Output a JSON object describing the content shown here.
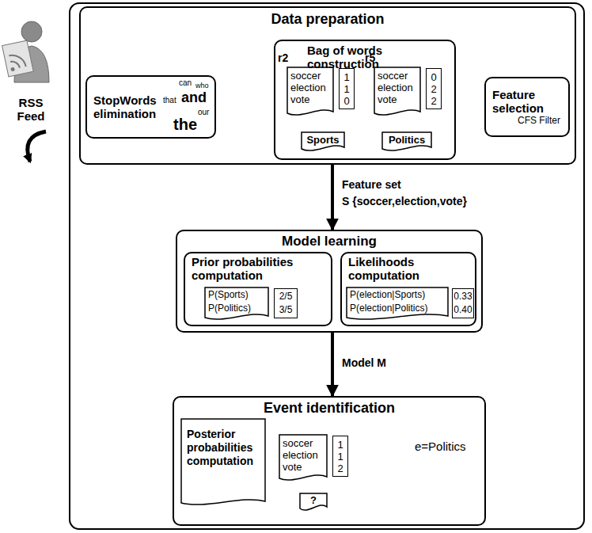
{
  "diagram": {
    "nodes": [
      {
        "text": [
          "Data preparation"
        ]
      },
      {
        "text": [
          "StopWords elimination"
        ],
        "in": 0
      },
      {
        "text": [
          "Bag of words construction"
        ],
        "in": 0
      },
      {
        "text": [
          "r2",
          "soccer",
          "election",
          "vote"
        ],
        "in": 2
      },
      {
        "text": [
          "1",
          "1",
          "0"
        ],
        "in": 2
      },
      {
        "text": [
          "Sports"
        ],
        "in": 2
      },
      {
        "text": [
          "r5",
          "soccer",
          "election",
          "vote"
        ],
        "in": 2
      },
      {
        "text": [
          "0",
          "2",
          "2"
        ],
        "in": 2
      },
      {
        "text": [
          "Politics"
        ],
        "in": 2
      },
      {
        "text": [
          "Feature selection",
          "CFS Filter"
        ],
        "in": 0
      },
      {
        "text": [
          "Model learning"
        ]
      },
      {
        "text": [
          "Prior probabilities computation"
        ],
        "in": 10
      },
      {
        "text": [
          "P(Sports)",
          "P(Politics)"
        ],
        "in": 11
      },
      {
        "text": [
          "2/5",
          "3/5"
        ],
        "in": 11
      },
      {
        "text": [
          "Likelihoods computation"
        ],
        "in": 10
      },
      {
        "text": [
          "P(election|Sports)",
          "P(election|Politics)"
        ],
        "in": 14
      },
      {
        "text": [
          "0.33",
          "0.40"
        ],
        "in": 14
      },
      {
        "text": [
          "Event identification"
        ]
      },
      {
        "text": [
          "Posterior probabilities computation"
        ],
        "in": 17
      },
      {
        "text": [
          "soccer",
          "election",
          "vote"
        ],
        "in": 17
      },
      {
        "text": [
          "1",
          "1",
          "2"
        ],
        "in": 17
      },
      {
        "text": [
          "?"
        ],
        "in": 17
      }
    ],
    "edges": [
      {
        "from": 0,
        "to": 10,
        "label": "Feature set",
        "arrow": "to"
      },
      {
        "from": 10,
        "to": 17,
        "label": "Model M",
        "arrow": "to"
      },
      {
        "from": 3,
        "to": 5,
        "arrow": "to"
      },
      {
        "from": 6,
        "to": 8,
        "arrow": "to"
      },
      {
        "from": 19,
        "to": 21,
        "arrow": "to"
      }
    ],
    "labels": [
      "RSS Feed",
      "can",
      "who",
      "that",
      "and",
      "our",
      "the",
      "S {soccer,election,vote}",
      "e=Politics"
    ]
  }
}
